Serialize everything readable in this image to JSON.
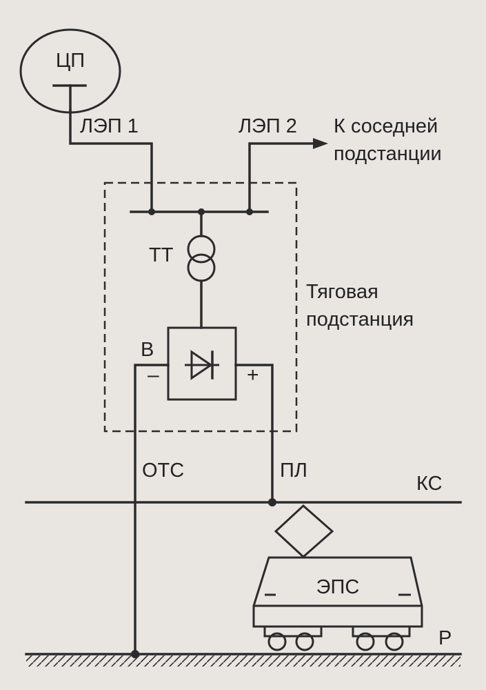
{
  "labels": {
    "cp": "ЦП",
    "lep1": "ЛЭП 1",
    "lep2": "ЛЭП 2",
    "neighbor_line1": "К  соседней",
    "neighbor_line2": "подстанции",
    "tt": "ТТ",
    "substation_line1": "Тяговая",
    "substation_line2": "подстанция",
    "v": "В",
    "minus": "–",
    "plus": "+",
    "ots": "ОТС",
    "pl": "ПЛ",
    "ks": "КС",
    "eps": "ЭПС",
    "r": "Р"
  }
}
